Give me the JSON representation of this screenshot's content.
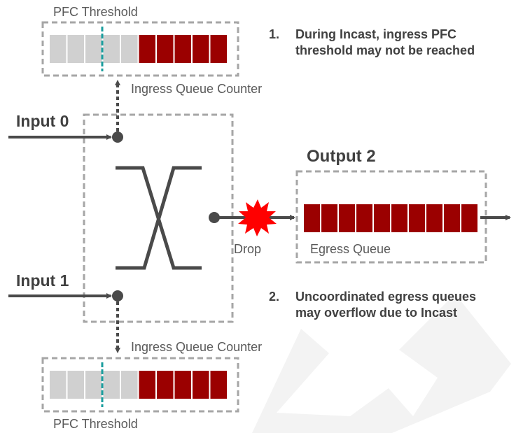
{
  "top_queue": {
    "threshold_label": "PFC Threshold",
    "counter_label": "Ingress Queue Counter",
    "empty_cells": 5,
    "filled_cells": 5
  },
  "bottom_queue": {
    "threshold_label": "PFC Threshold",
    "counter_label": "Ingress Queue Counter",
    "empty_cells": 5,
    "filled_cells": 5
  },
  "inputs": {
    "input0": "Input 0",
    "input1": "Input 1"
  },
  "output": {
    "title": "Output 2",
    "egress_label": "Egress Queue",
    "filled_cells": 10
  },
  "drop_label": "Drop",
  "notes": {
    "note1_num": "1.",
    "note1_line1": "During Incast, ingress PFC",
    "note1_line2": "threshold may not be reached",
    "note2_num": "2.",
    "note2_line1": "Uncoordinated egress queues",
    "note2_line2": "may overflow due to Incast"
  },
  "colors": {
    "filled": "#9b0000",
    "empty": "#d0d0d0",
    "threshold": "#1a9e9e",
    "dash": "#a6a6a6",
    "arrow": "#4a4a4a",
    "drop_burst": "#ff0000"
  }
}
